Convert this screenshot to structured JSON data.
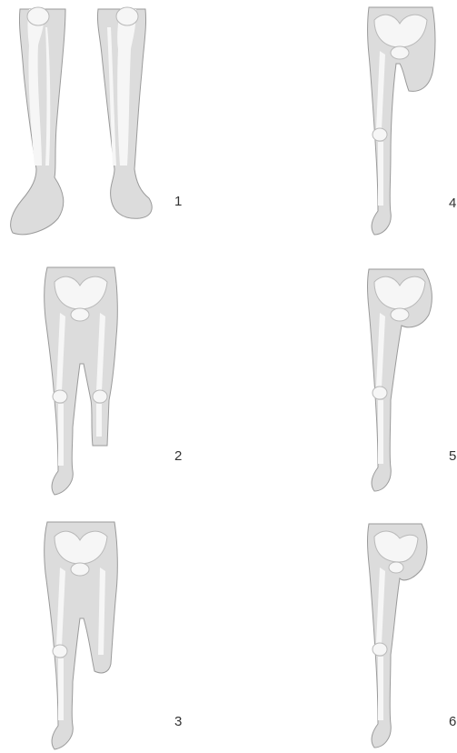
{
  "colors": {
    "skin": "#dcdcdc",
    "skin_dark": "#b9b9b9",
    "bone": "#f6f6f6",
    "outline": "#9a9a9a",
    "label": "#333333"
  },
  "figures": [
    {
      "label": "1",
      "variant": "lower-legs-and-feet"
    },
    {
      "label": "2",
      "variant": "amputation-below-knee"
    },
    {
      "label": "3",
      "variant": "amputation-above-knee"
    },
    {
      "label": "4",
      "variant": "amputation-upper-thigh"
    },
    {
      "label": "5",
      "variant": "hip-disarticulation"
    },
    {
      "label": "6",
      "variant": "hemipelvectomy"
    }
  ]
}
